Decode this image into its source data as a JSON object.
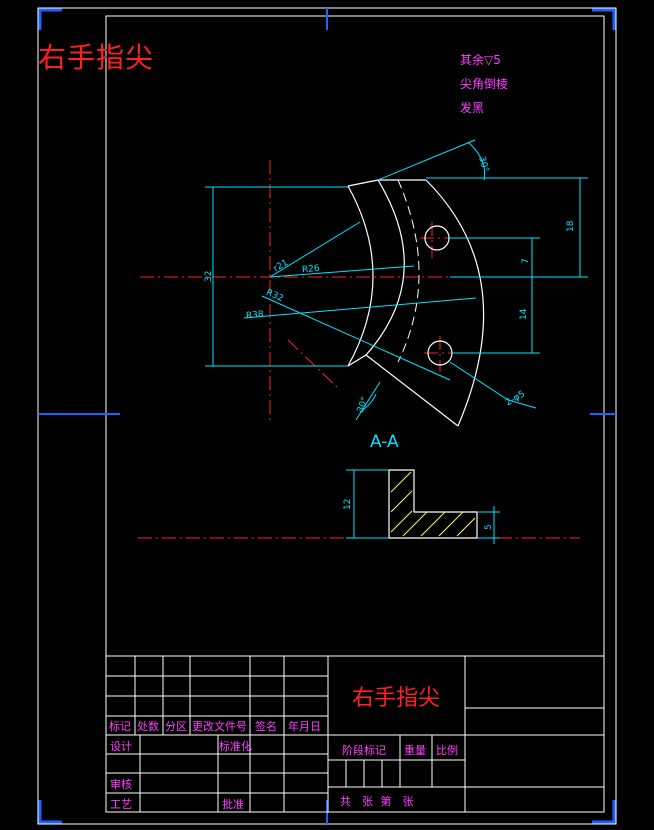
{
  "drawing": {
    "title": "右手指尖",
    "notes": [
      "其余▽5",
      "尖角倒棱",
      "发黑"
    ],
    "section_label": "A-A",
    "dimensions": {
      "r21": "r21",
      "r26": "R26",
      "r32": "R32",
      "r38": "R38",
      "d32": "32",
      "d18": "18",
      "d7": "7",
      "d14": "14",
      "a30_top": "30°",
      "a30_bottom": "30°",
      "holes": "2-φ5",
      "d12": "12",
      "d5": "5"
    }
  },
  "title_block": {
    "title": "右手指尖",
    "headers": [
      "标记",
      "处数",
      "分区",
      "更改文件号",
      "签名",
      "年月日"
    ],
    "design": "设计",
    "standardize": "标准化",
    "review": "审核",
    "process": "工艺",
    "approve": "批准",
    "stage_mark": "阶段标记",
    "weight": "重量",
    "ratio": "比例",
    "sheet": "共　张 第　张"
  },
  "colors": {
    "frame": "#ffffff",
    "dimension": "#00e5ff",
    "centerline": "#ff2020",
    "marker": "#2060ff",
    "text": "#ff40ff"
  }
}
